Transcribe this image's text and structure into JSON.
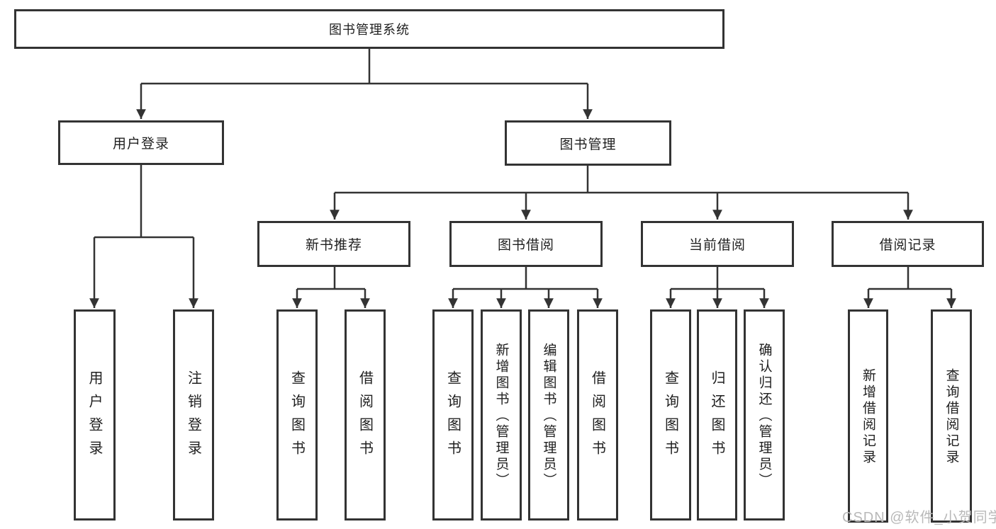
{
  "colors": {
    "line": "#333333",
    "box_border": "#333333",
    "background": "#ffffff",
    "watermark": "#b9b9b9"
  },
  "watermark": {
    "text": "CSDN @软件_小贺同学"
  },
  "tree": {
    "root": {
      "label": "图书管理系统",
      "children": [
        {
          "label": "用户登录",
          "children": [
            {
              "label": "用户登录"
            },
            {
              "label": "注销登录"
            }
          ]
        },
        {
          "label": "图书管理",
          "children": [
            {
              "label": "新书推荐",
              "children": [
                {
                  "label": "查询图书"
                },
                {
                  "label": "借阅图书"
                }
              ]
            },
            {
              "label": "图书借阅",
              "children": [
                {
                  "label": "查询图书"
                },
                {
                  "label": "新增图书（管理员）"
                },
                {
                  "label": "编辑图书（管理员）"
                },
                {
                  "label": "借阅图书"
                }
              ]
            },
            {
              "label": "当前借阅",
              "children": [
                {
                  "label": "查询图书"
                },
                {
                  "label": "归还图书"
                },
                {
                  "label": "确认归还（管理员）"
                }
              ]
            },
            {
              "label": "借阅记录",
              "children": [
                {
                  "label": "新增借阅记录"
                },
                {
                  "label": "查询借阅记录"
                }
              ]
            }
          ]
        }
      ]
    }
  }
}
